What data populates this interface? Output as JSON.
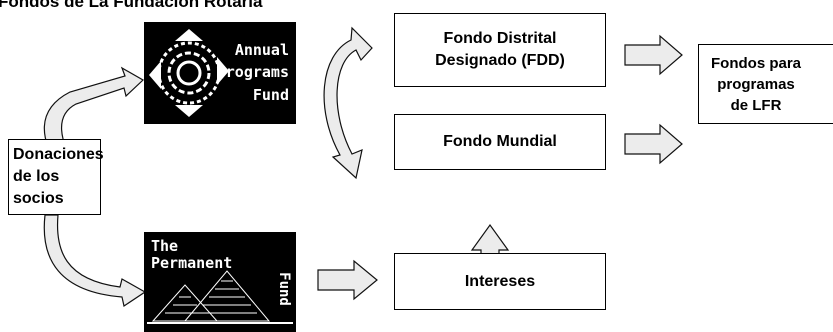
{
  "title": "Fondos de La Fundación Rotaria",
  "nodes": {
    "fdd": "Fondo Distrital\nDesignado (FDD)",
    "mundial": "Fondo Mundial",
    "intereses": "Intereses",
    "fondos": "Fondos para\nprogramas\nde LFR",
    "donaciones": "Donaciones\nde los\nsocios"
  },
  "logos": {
    "annual": {
      "line1": "Annual",
      "line2": "Programs",
      "line3": "Fund"
    },
    "permanent": {
      "line1": "The",
      "line2": "Permanent",
      "line3": "Fund"
    }
  },
  "colors": {
    "arrow_fill": "#ececec",
    "arrow_stroke": "#111111",
    "logo_bg": "#000000"
  }
}
